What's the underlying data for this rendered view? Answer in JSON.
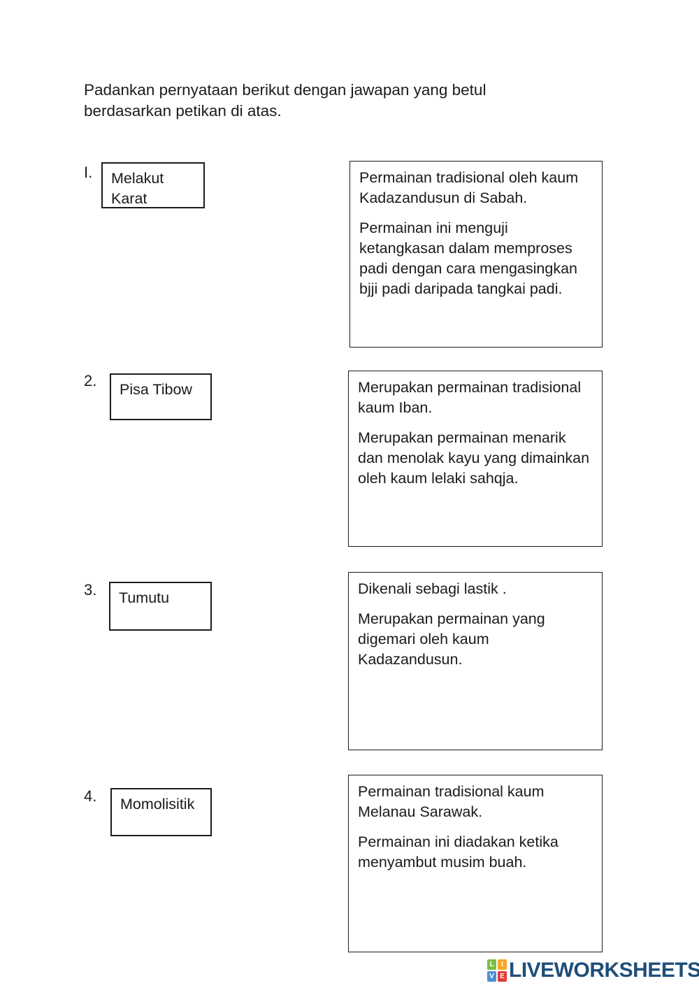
{
  "instruction": "Padankan pernyataan berikut dengan jawapan yang betul berdasarkan petikan di atas.",
  "items": [
    {
      "number": "I.",
      "term": "Melakut Karat",
      "answers": [
        "Permainan tradisional oleh kaum Kadazandusun di Sabah.",
        "Permainan ini menguji ketangkasan dalam memproses padi dengan cara mengasingkan bjji padi daripada tangkai padi."
      ]
    },
    {
      "number": "2.",
      "term": "Pisa Tibow",
      "answers": [
        "Merupakan permainan tradisional kaum Iban.",
        "Merupakan permainan menarik dan menolak kayu yang dimainkan oleh kaum lelaki sahqja."
      ]
    },
    {
      "number": "3.",
      "term": "Tumutu",
      "answers": [
        "Dikenali sebagi lastik .",
        "Merupakan permainan yang digemari oleh kaum Kadazandusun."
      ]
    },
    {
      "number": "4.",
      "term": "Momolisitik",
      "answers": [
        "Permainan tradisional kaum Melanau Sarawak.",
        "Permainan ini diadakan ketika menyambut musim buah."
      ]
    }
  ],
  "footer": {
    "brand": "LIVEWORKSHEETS",
    "brand_color": "#1e4e79",
    "logo_tiles": [
      {
        "letter": "L",
        "color": "#7ac143"
      },
      {
        "letter": "I",
        "color": "#f9a825"
      },
      {
        "letter": "V",
        "color": "#4a90d2"
      },
      {
        "letter": "E",
        "color": "#e53935"
      }
    ]
  }
}
